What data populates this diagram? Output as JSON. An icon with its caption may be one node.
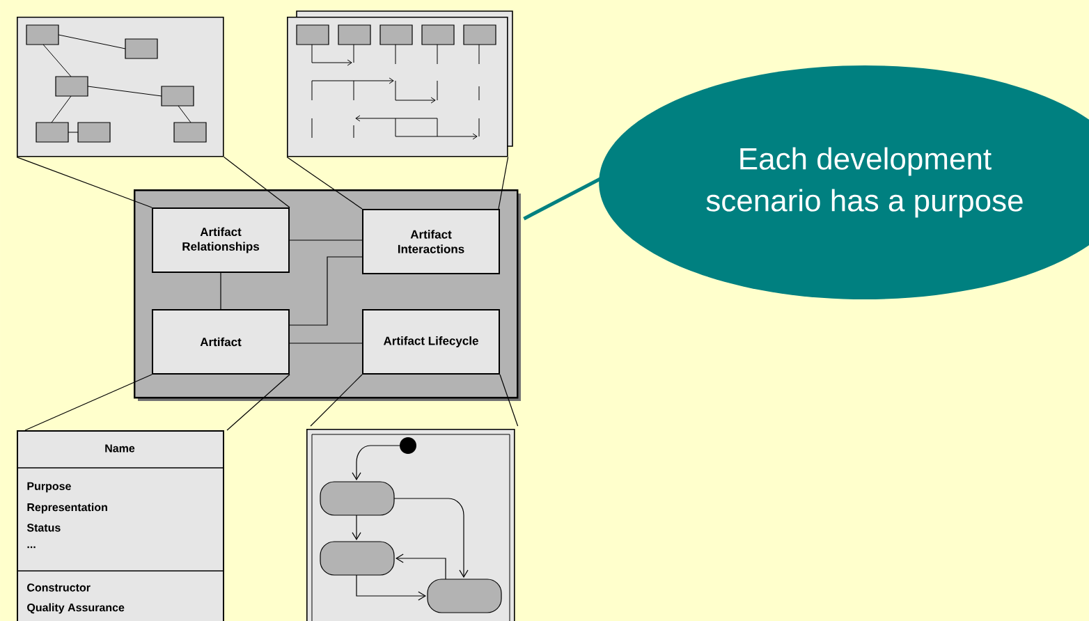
{
  "diagram": {
    "nodes": [
      {
        "text": [],
        "shape": "box"
      },
      {
        "text": [
          "Artifact Relationships"
        ],
        "in": 0
      },
      {
        "text": [
          "Artifact Interactions"
        ],
        "in": 0
      },
      {
        "text": [
          "Artifact"
        ],
        "in": 0
      },
      {
        "text": [
          "Artifact Lifecycle"
        ],
        "in": 0
      },
      {
        "text": [],
        "shape": "picture"
      },
      {
        "text": [],
        "shape": "picture"
      },
      {
        "text": [
          "Name",
          "Purpose",
          "Representation",
          "Status",
          "...",
          "Constructor",
          "Quality Assurance"
        ]
      },
      {
        "text": [],
        "shape": "picture"
      },
      {
        "text": [
          "Each development scenario has a purpose"
        ]
      }
    ],
    "edges": [
      {
        "from": 1,
        "to": 3,
        "arrow": "none"
      },
      {
        "from": 1,
        "to": 2,
        "arrow": "none"
      },
      {
        "from": 3,
        "to": 2,
        "arrow": "none"
      },
      {
        "from": 3,
        "to": 4,
        "arrow": "none"
      },
      {
        "from": 5,
        "to": 1,
        "arrow": "none"
      },
      {
        "from": 5,
        "to": 1,
        "arrow": "none"
      },
      {
        "from": 6,
        "to": 2,
        "arrow": "none"
      },
      {
        "from": 6,
        "to": 2,
        "arrow": "none"
      },
      {
        "from": 3,
        "to": 7,
        "arrow": "none"
      },
      {
        "from": 3,
        "to": 7,
        "arrow": "none"
      },
      {
        "from": 4,
        "to": 8,
        "arrow": "none"
      },
      {
        "from": 4,
        "to": 8,
        "arrow": "none"
      },
      {
        "from": 9,
        "to": 0,
        "arrow": "none",
        "style": "thick",
        "color": "#008080"
      }
    ]
  }
}
